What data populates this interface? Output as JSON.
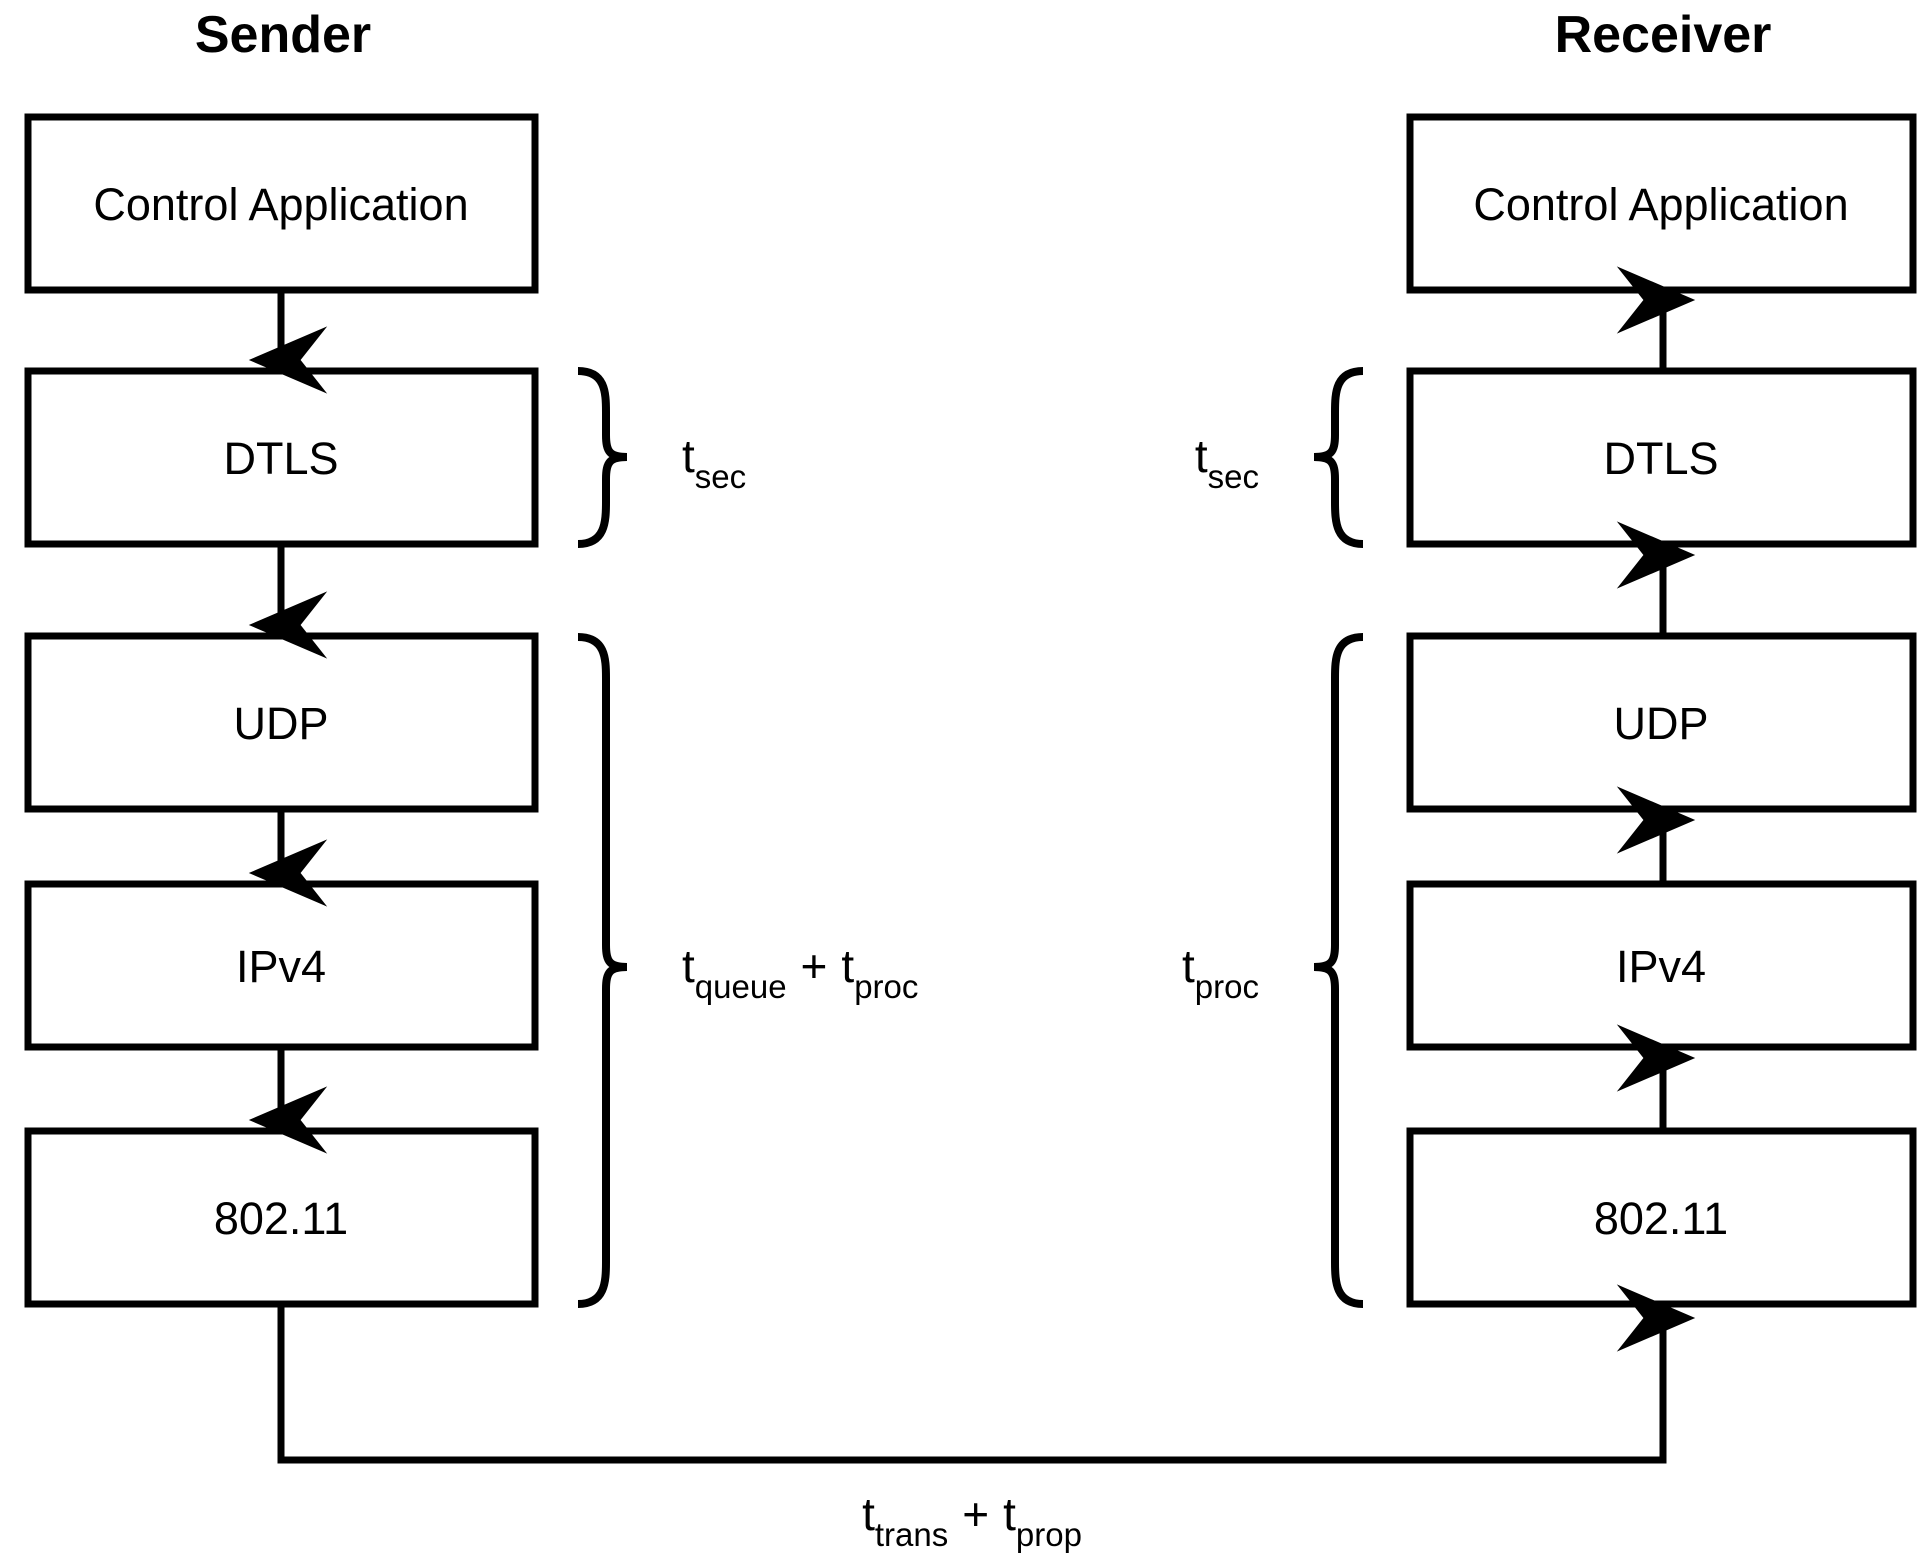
{
  "diagram": {
    "title_sender": "Sender",
    "title_receiver": "Receiver",
    "columns": [
      {
        "id": "sender",
        "title": "Sender",
        "direction": "down",
        "boxes": [
          {
            "label": "Control Application"
          },
          {
            "label": "DTLS"
          },
          {
            "label": "UDP"
          },
          {
            "label": "IPv4"
          },
          {
            "label": "802.11"
          }
        ]
      },
      {
        "id": "receiver",
        "title": "Receiver",
        "direction": "up",
        "boxes": [
          {
            "label": "Control Application"
          },
          {
            "label": "DTLS"
          },
          {
            "label": "UDP"
          },
          {
            "label": "IPv4"
          },
          {
            "label": "802.11"
          }
        ]
      }
    ],
    "annotations": {
      "sender_sec": {
        "base": "t",
        "sub": "sec",
        "spans": "DTLS"
      },
      "sender_queue_proc": {
        "base1": "t",
        "sub1": "queue",
        "plus": "+",
        "base2": "t",
        "sub2": "proc",
        "spans": "UDP..802.11"
      },
      "receiver_sec": {
        "base": "t",
        "sub": "sec",
        "spans": "DTLS"
      },
      "receiver_proc": {
        "base": "t",
        "sub": "proc",
        "spans": "UDP..802.11"
      },
      "link": {
        "base1": "t",
        "sub1": "trans",
        "plus": "+",
        "base2": "t",
        "sub2": "prop"
      }
    },
    "colors": {
      "stroke": "#000000",
      "fill": "#ffffff",
      "background": "#ffffff"
    }
  }
}
